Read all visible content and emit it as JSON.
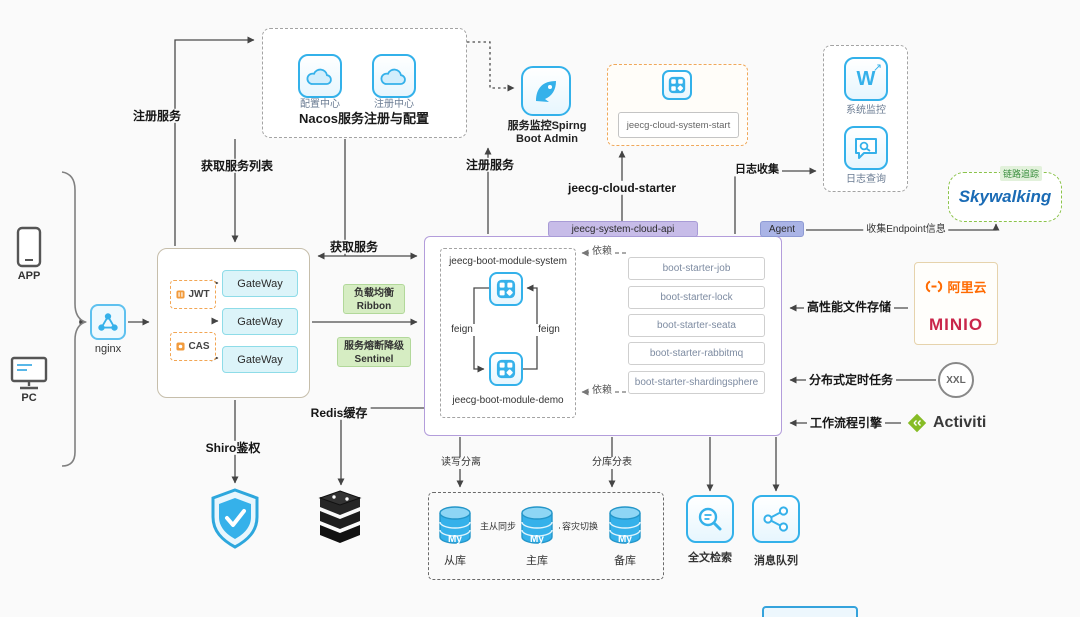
{
  "devices": {
    "app": "APP",
    "pc": "PC",
    "nginx": "nginx"
  },
  "flows": {
    "register_service_top": "注册服务",
    "fetch_service_list": "获取服务列表",
    "fetch_service": "获取服务",
    "register_service_mid": "注册服务",
    "log_collect": "日志收集",
    "collect_endpoint": "收集Endpoint信息",
    "file_storage": "高性能文件存储",
    "timed_task": "分布式定时任务",
    "workflow_engine": "工作流程引擎",
    "redis_cache": "Redis缓存",
    "shiro_auth": "Shiro鉴权",
    "rw_split": "读写分离",
    "sharding": "分库分表"
  },
  "nacos": {
    "title": "Nacos服务注册与配置",
    "config_center": "配置中心",
    "registry_center": "注册中心"
  },
  "boot_admin": {
    "line1": "服务监控Spirng",
    "line2": "Boot Admin"
  },
  "cloud_starter": {
    "item": "jeecg-cloud-system-start",
    "title": "jeecg-cloud-starter"
  },
  "monitor_panel": {
    "w_glyph": "W",
    "system_monitor": "系统监控",
    "log_query": "日志查询"
  },
  "skywalking": {
    "badge": "链路追踪",
    "brand": "Skywalking"
  },
  "gateway": {
    "jwt": "JWT",
    "cas": "CAS",
    "gw1": "GateWay",
    "gw2": "GateWay",
    "gw3": "GateWay"
  },
  "ribbon": {
    "line1": "负载均衡",
    "line2": "Ribbon"
  },
  "sentinel": {
    "line1": "服务熔断降级",
    "line2": "Sentinel"
  },
  "cloud_api": {
    "tag": "jeecg-system-cloud-api",
    "agent": "Agent",
    "module_system": "jeecg-boot-module-system",
    "module_demo": "jeecg-boot-module-demo",
    "feign_left": "feign",
    "feign_right": "feign",
    "dep_top": "依赖",
    "dep_bottom": "依赖",
    "starters": [
      "boot-starter-job",
      "boot-starter-lock",
      "boot-starter-seata",
      "boot-starter-rabbitmq",
      "boot-starter-shardingsphere"
    ]
  },
  "storage": {
    "aliyun": "阿里云",
    "minio": "MINIO"
  },
  "scheduler": {
    "xxl": "XXL"
  },
  "workflow": {
    "activiti": "Activiti"
  },
  "mysql": {
    "slave": "从库",
    "master": "主库",
    "backup": "备库",
    "sync": "主从同步",
    "failover": "容灾切换",
    "cylinder": "My"
  },
  "search": {
    "fulltext": "全文检索"
  },
  "queue": {
    "mq": "消息队列"
  }
}
